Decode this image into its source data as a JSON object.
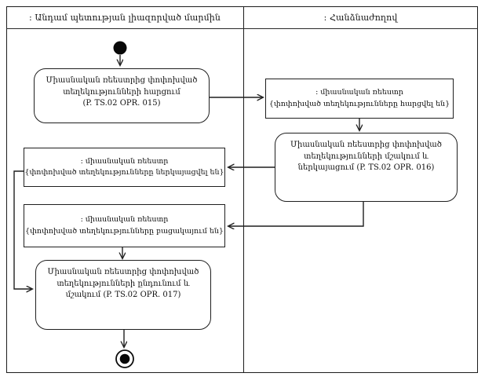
{
  "diagram": {
    "kind": "uml-activity-diagram",
    "colors": {
      "line": "#1f1f1f",
      "background": "#ffffff",
      "text": "#111111"
    },
    "lanes": {
      "left": {
        "label": ": Անդամ պետության լիազորված մարմին"
      },
      "right": {
        "label": ": Հանձնաժողով"
      }
    },
    "nodes": {
      "start": {
        "type": "initial-node"
      },
      "query_activity": {
        "lines": [
          "Միասնական ռեեստրից փոփոխված",
          "տեղեկությունների հարցում",
          "(P. TS.02 OPR. 015)"
        ]
      },
      "registry_queried": {
        "lines": [
          ": միասնական ռեեստր",
          "{փոփոխված տեղեկությունները հարցվել են}"
        ]
      },
      "process_present_activity": {
        "lines": [
          "Միասնական ռեեստրից փոփոխված",
          "տեղեկությունների մշակում և",
          "ներկայացում (P. TS.02 OPR. 016)"
        ]
      },
      "registry_presented": {
        "lines": [
          ": միասնական ռեեստր",
          "{փոփոխված տեղեկությունները ներկայացվել են}"
        ]
      },
      "registry_absent": {
        "lines": [
          ": միասնական ռեեստր",
          "{փոփոխված տեղեկությունները բացակայում են}"
        ]
      },
      "receive_process_activity": {
        "lines": [
          "Միասնական ռեեստրից փոփոխված",
          "տեղեկությունների ընդունում և",
          "մշակում (P. TS.02 OPR. 017)"
        ]
      },
      "end": {
        "type": "activity-final-node"
      }
    },
    "edges": [
      {
        "from": "start",
        "to": "query_activity"
      },
      {
        "from": "query_activity",
        "to": "registry_queried"
      },
      {
        "from": "registry_queried",
        "to": "process_present_activity"
      },
      {
        "from": "process_present_activity",
        "to": "registry_presented"
      },
      {
        "from": "process_present_activity",
        "to": "registry_absent"
      },
      {
        "from": "registry_presented",
        "to": "receive_process_activity"
      },
      {
        "from": "registry_absent",
        "to": "receive_process_activity"
      },
      {
        "from": "receive_process_activity",
        "to": "end"
      }
    ]
  }
}
